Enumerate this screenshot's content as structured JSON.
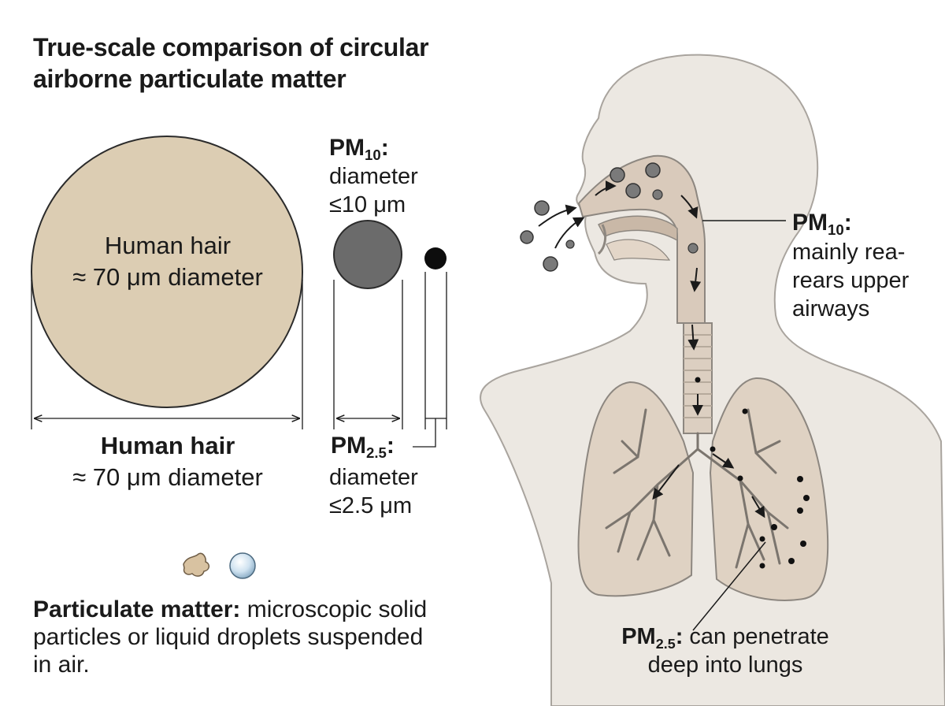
{
  "title": "True-scale comparison of circular airborne particulate matter",
  "hair": {
    "inside_line1": "Human hair",
    "inside_line2": "≈ 70 μm diameter",
    "caption_bold": "Human hair",
    "caption_line2": "≈ 70 μm diameter",
    "fill_color": "#dccdb3"
  },
  "pm10": {
    "label_main": "PM",
    "label_sub": "10",
    "label_suffix": ":",
    "desc_line1": "diameter",
    "desc_line2": "≤10 μm",
    "fill_color": "#6b6b6b"
  },
  "pm25": {
    "label_main": "PM",
    "label_sub": "2.5",
    "label_suffix": ":",
    "desc_line1": "diameter",
    "desc_line2": "≤2.5 μm",
    "fill_color": "#0d0d0d"
  },
  "definition": {
    "bold": "Particulate matter:",
    "text": " microscopic solid particles or liquid droplets suspended in air."
  },
  "body_annotations": {
    "pm10_main": "PM",
    "pm10_sub": "10",
    "pm10_suffix": ":",
    "pm10_line1": "mainly rea-",
    "pm10_line2": "rears upper",
    "pm10_line3": "airways",
    "pm25_main": "PM",
    "pm25_sub": "2.5",
    "pm25_suffix": ":",
    "pm25_line1_rest": " can penetrate",
    "pm25_line2": "deep into lungs"
  },
  "icons": [
    "dust-particle-icon",
    "liquid-droplet-icon"
  ],
  "colors": {
    "body_fill": "#ece8e2",
    "lung_fill": "#dfd2c3",
    "outline": "#9a9590"
  }
}
